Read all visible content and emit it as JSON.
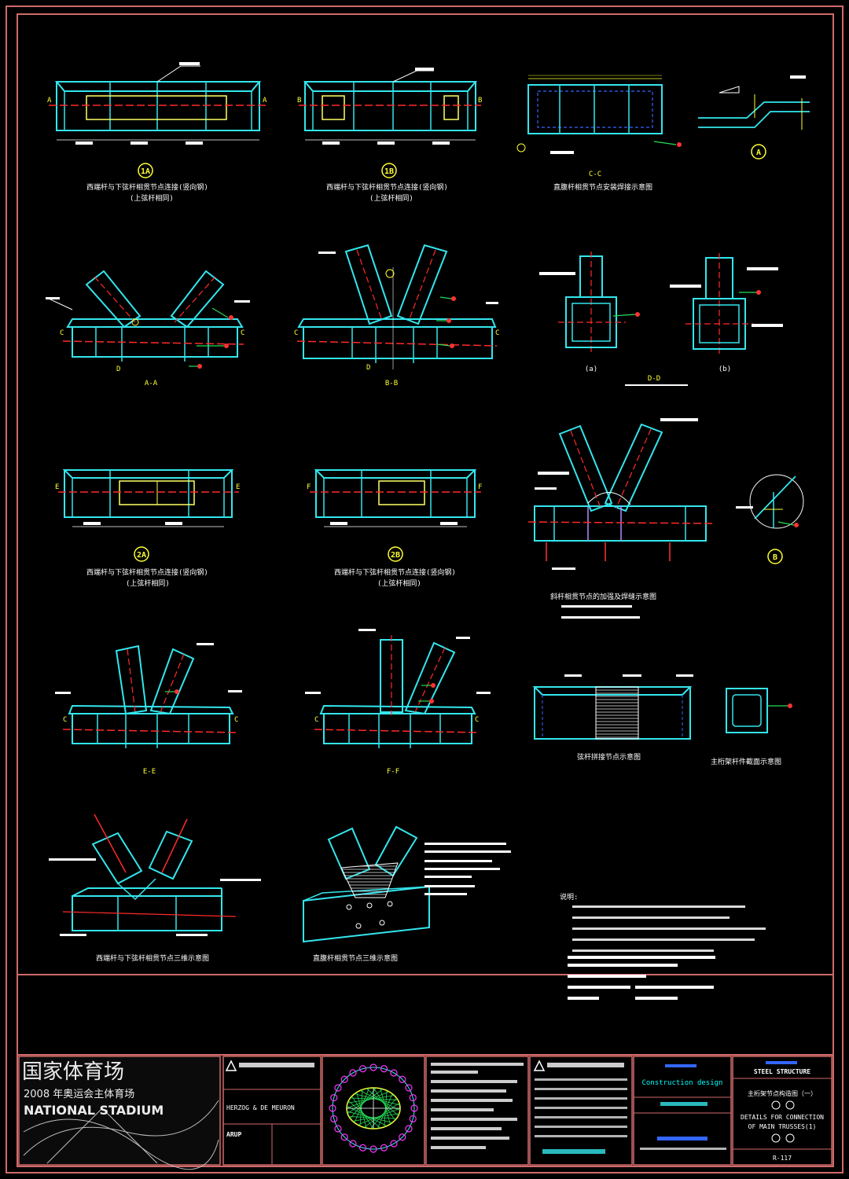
{
  "sheet": {
    "colors": {
      "member": "#33e6ee",
      "centerline": "#ff2a2a",
      "dim": "#ffff33",
      "leader": "#ffffff",
      "weld": "#22dd55",
      "border": "#d06a6a"
    }
  },
  "views": {
    "v1A": {
      "label": "1A",
      "caption": "西端杆与下弦杆相贯节点连接(竖向钢)",
      "caption_note": "(上弦杆相同)"
    },
    "v1B": {
      "label": "1B",
      "caption": "西端杆与下弦杆相贯节点连接(竖向钢)",
      "caption_note": "(上弦杆相同)"
    },
    "vCC": {
      "label": "C-C",
      "caption": "直腹杆相贯节点安装焊接示意图"
    },
    "vA": {
      "label": "A"
    },
    "vAA": {
      "label": "A-A"
    },
    "vBB": {
      "label": "B-B"
    },
    "vDD": {
      "label": "D-D",
      "sub_a": "(a)",
      "sub_b": "(b)"
    },
    "v2A": {
      "label": "2A",
      "caption": "西端杆与下弦杆相贯节点连接(竖向钢)",
      "caption_note": "(上弦杆相同)"
    },
    "v2B": {
      "label": "2B",
      "caption": "西端杆与下弦杆相贯节点连接(竖向钢)",
      "caption_note": "(上弦杆相同)"
    },
    "vKJ": {
      "caption": "斜杆相贯节点的加强及焊缝示意图"
    },
    "vB": {
      "label": "B"
    },
    "vEE": {
      "label": "E-E"
    },
    "vFF": {
      "label": "F-F"
    },
    "vSP": {
      "caption": "弦杆拼接节点示意图"
    },
    "vSS": {
      "caption": "主桁架杆件截面示意图"
    },
    "v3D1": {
      "caption": "西端杆与下弦杆相贯节点三维示意图"
    },
    "v3D2": {
      "caption": "直腹杆相贯节点三维示意图"
    }
  },
  "section_marks": {
    "a": "A",
    "b": "B",
    "c": "C",
    "d": "D",
    "e": "E",
    "f": "F"
  },
  "notes": {
    "title": "说明:"
  },
  "title_block": {
    "logo_cn": "国家体育场",
    "logo_sub": "2008 年奥运会主体育场",
    "logo_en": "NATIONAL STADIUM",
    "architect": "HERZOG & DE MEURON",
    "engineer": "ARUP",
    "stage": "Construction design",
    "discipline": "STEEL STRUCTURE",
    "title_cn": "主桁架节点构造图（一）",
    "title_en_1": "DETAILS FOR CONNECTION",
    "title_en_2": "OF MAIN TRUSSES(1)",
    "drawing_no": "R-117"
  }
}
